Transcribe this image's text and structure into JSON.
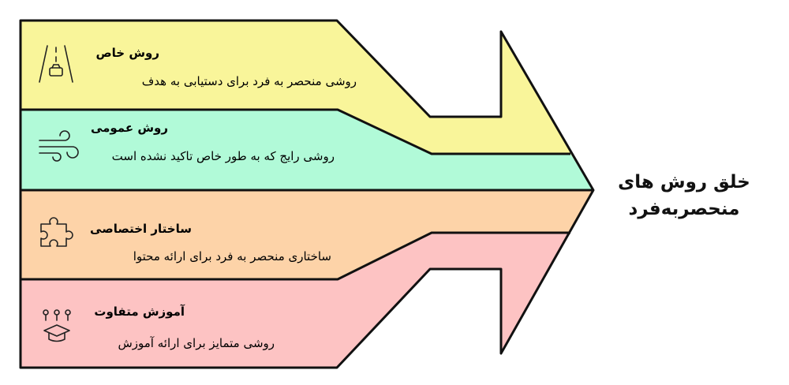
{
  "diagram": {
    "title_line1": "خلق روش های",
    "title_line2": "منحصربه‌فرد",
    "bands": [
      {
        "title": "روش خاص",
        "description": "روشی منحصر به فرد برای دستیابی به هدف",
        "color": "#f9f59a",
        "icon": "road-car-icon"
      },
      {
        "title": "روش عمومی",
        "description": "روشی رایج که به طور خاص تاکید نشده است",
        "color": "#b1fad8",
        "icon": "wind-icon"
      },
      {
        "title": "ساختار اختصاصی",
        "description": "ساختاری منحصر به فرد برای ارائه محتوا",
        "color": "#fdd3a8",
        "icon": "puzzle-icon"
      },
      {
        "title": "آموزش متفاوت",
        "description": "روشی متمایز برای ارائه آموزش",
        "color": "#fdc3c3",
        "icon": "graduation-cap-icon"
      }
    ]
  }
}
